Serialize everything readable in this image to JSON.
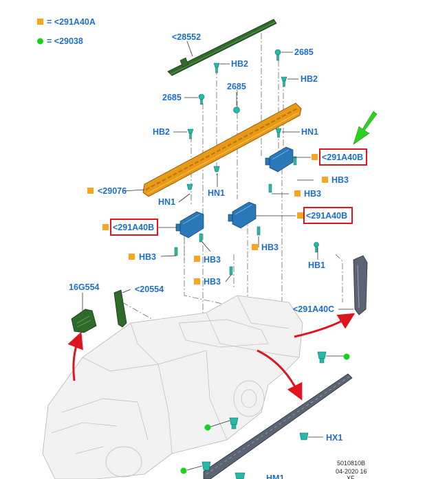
{
  "legend": {
    "square_label": "= <291A40A",
    "dot_label": "= <29038",
    "square_color": "#f6a623",
    "dot_color": "#17d21d"
  },
  "labels": {
    "l28552": "<28552",
    "l2685_top": "2685",
    "l2685_left": "2685",
    "l2685_mid": "2685",
    "hb2_a": "HB2",
    "hb2_b": "HB2",
    "hb2_c": "HB2",
    "hn1_right": "HN1",
    "hn1_mid": "HN1",
    "hn1_left": "HN1",
    "l29076": "<29076",
    "b291_right": "<291A40B",
    "b291_mid": "<291A40B",
    "b291_left": "<291A40B",
    "hb3_a": "HB3",
    "hb3_b": "HB3",
    "hb3_c": "HB3",
    "hb3_d": "HB3",
    "hb3_e": "HB3",
    "hb3_f": "HB3",
    "hb1": "HB1",
    "c291": "<291A40C",
    "l16g554": "16G554",
    "l20554": "<20554",
    "hx1": "HX1",
    "hm1": "HM1"
  },
  "reference": {
    "code": "5010810B",
    "date": "04-2020 16",
    "tag": "XF"
  },
  "colors": {
    "label_blue": "#1f6fc9",
    "highlight_red": "#e0141e",
    "arrow_green": "#2fd024",
    "arrow_red": "#e0141e",
    "step_orange": "#e89a17",
    "bracket_blue": "#2a78b8",
    "clip_teal": "#25b9a8",
    "strip_green": "#2f6a2a",
    "garnish_gray": "#5b6472"
  }
}
